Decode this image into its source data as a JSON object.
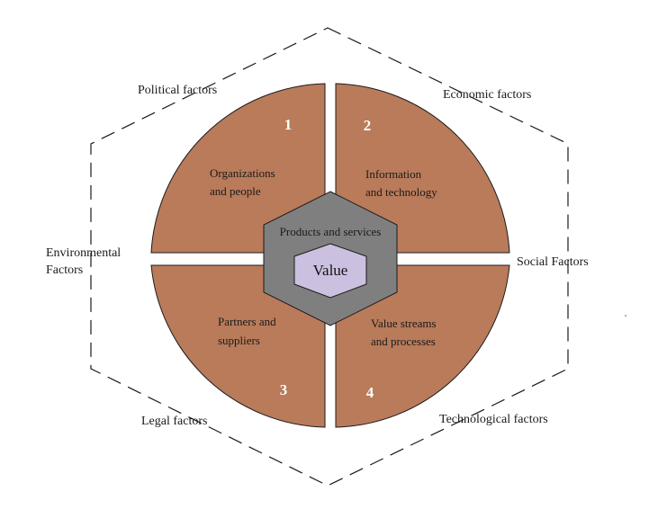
{
  "colors": {
    "quadrant_fill": "#b97b5a",
    "quadrant_stroke": "#1a1a1a",
    "hex_fill": "#7f7f7f",
    "inner_hex_fill": "#ccc0e0",
    "number_color": "#ffffff",
    "outline_color": "#1a1a1a"
  },
  "outer_factors": {
    "political": "Political factors",
    "economic": "Economic factors",
    "environmental_line1": "Environmental",
    "environmental_line2": "Factors",
    "social": "Social Factors",
    "legal": "Legal factors",
    "technological": "Technological factors"
  },
  "quadrants": [
    {
      "number": "1",
      "line1": "Organizations",
      "line2": "and people"
    },
    {
      "number": "2",
      "line1": "Information",
      "line2": "and technology"
    },
    {
      "number": "3",
      "line1": "Partners and",
      "line2": "suppliers"
    },
    {
      "number": "4",
      "line1": "Value streams",
      "line2": "and processes"
    }
  ],
  "center": {
    "outer_label": "Products and services",
    "inner_label": "Value"
  }
}
